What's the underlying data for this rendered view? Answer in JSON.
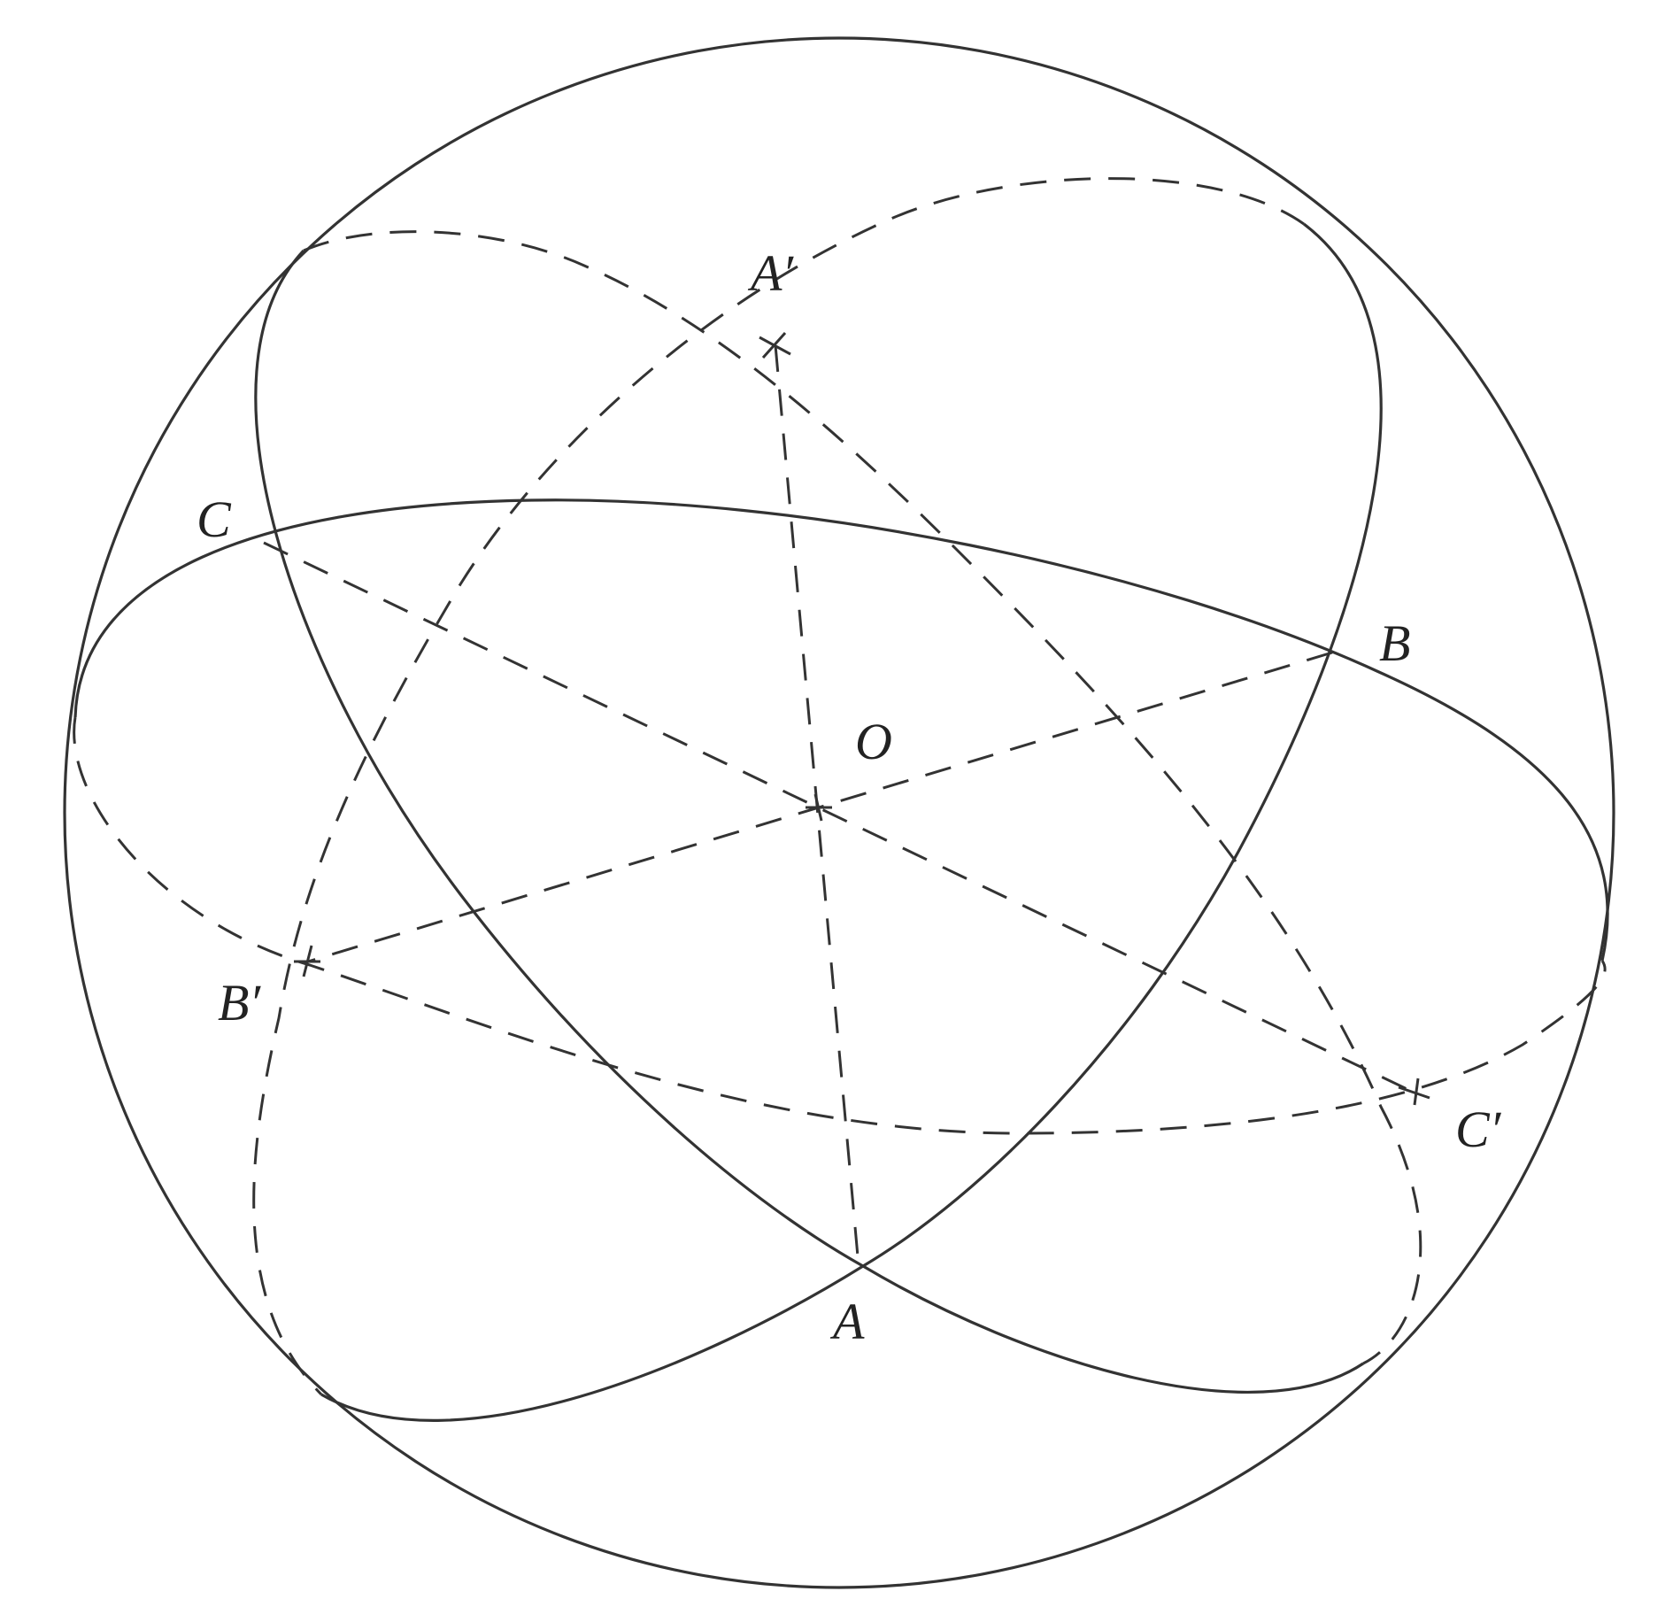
{
  "points": {
    "A": "A",
    "A_prime": "A′",
    "B": "B",
    "B_prime": "B′",
    "C": "C",
    "C_prime": "C′",
    "O": "O"
  }
}
